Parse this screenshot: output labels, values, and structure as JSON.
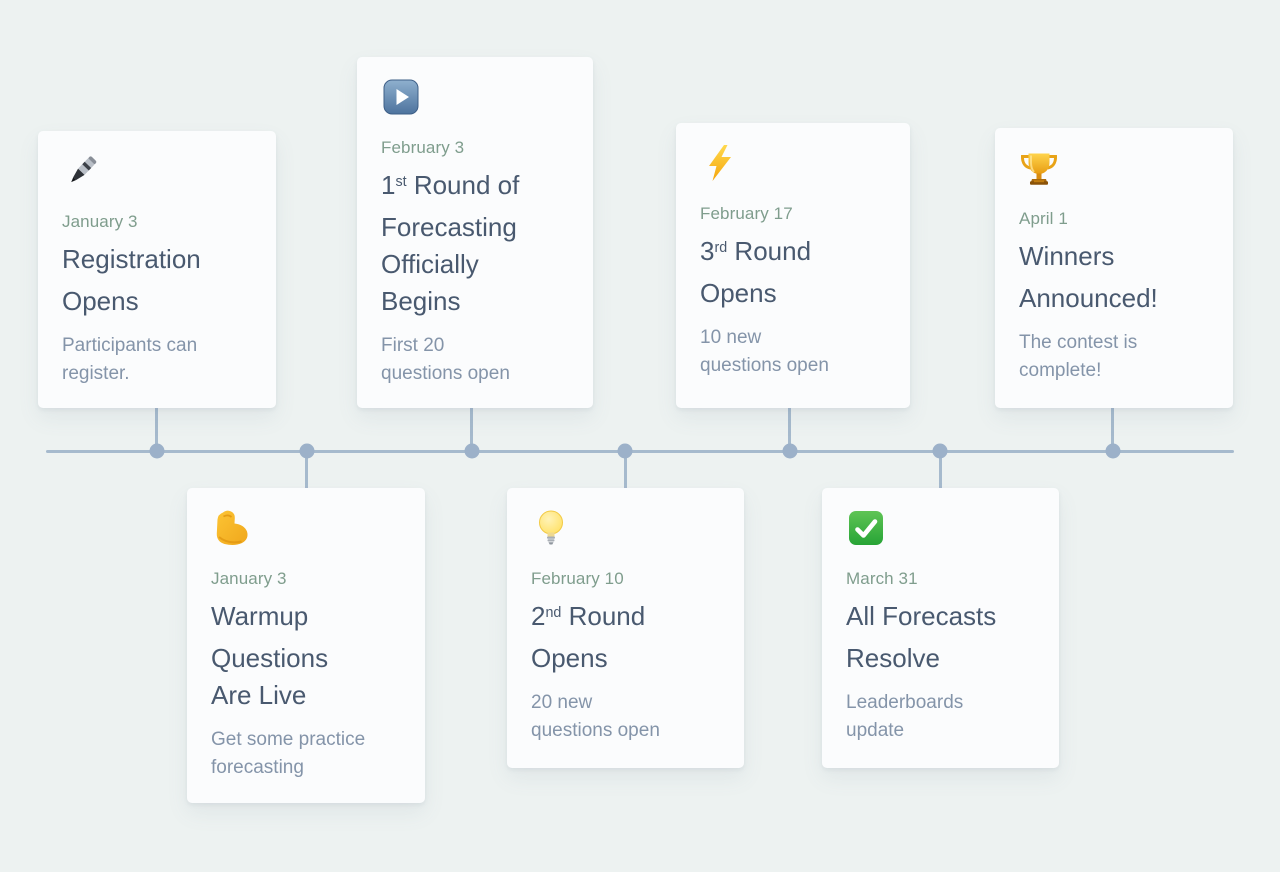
{
  "page": {
    "background_color": "#edf2f1",
    "card_color": "#fbfcfd"
  },
  "timeline": {
    "line_color": "#a6bacd",
    "dot_color": "#9cb1c9",
    "date_color": "#7f9d8d",
    "title_color": "#49596f",
    "description_color": "#8494a9",
    "events": [
      {
        "side": "top",
        "icon": "pen-icon",
        "date": "January 3",
        "title_prefix": "",
        "title_sup": "",
        "title_rest": "Registration\nOpens",
        "title_plain": "Registration Opens",
        "description": "Participants can\nregister."
      },
      {
        "side": "top",
        "icon": "play-button-icon",
        "date": "February 3",
        "title_prefix": "1",
        "title_sup": "st",
        "title_rest": " Round of\nForecasting\nOfficially\nBegins",
        "title_plain": "1st Round of Forecasting Officially Begins",
        "description": "First 20\nquestions open"
      },
      {
        "side": "top",
        "icon": "lightning-icon",
        "date": "February 17",
        "title_prefix": "3",
        "title_sup": "rd",
        "title_rest": " Round\nOpens",
        "title_plain": "3rd Round Opens",
        "description": "10 new\nquestions open"
      },
      {
        "side": "top",
        "icon": "trophy-icon",
        "date": "April 1",
        "title_prefix": "",
        "title_sup": "",
        "title_rest": "Winners\nAnnounced!",
        "title_plain": "Winners Announced!",
        "description": "The contest is\ncomplete!"
      },
      {
        "side": "bottom",
        "icon": "flexed-bicep-icon",
        "date": "January 3",
        "title_prefix": "",
        "title_sup": "",
        "title_rest": "Warmup\nQuestions\nAre Live",
        "title_plain": "Warmup Questions Are Live",
        "description": "Get some practice\nforecasting"
      },
      {
        "side": "bottom",
        "icon": "light-bulb-icon",
        "date": "February 10",
        "title_prefix": "2",
        "title_sup": "nd",
        "title_rest": " Round\nOpens",
        "title_plain": "2nd Round Opens",
        "description": "20 new\nquestions open"
      },
      {
        "side": "bottom",
        "icon": "check-mark-icon",
        "date": "March 31",
        "title_prefix": "",
        "title_sup": "",
        "title_rest": "All Forecasts\nResolve",
        "title_plain": "All Forecasts Resolve",
        "description": "Leaderboards\nupdate"
      }
    ]
  }
}
